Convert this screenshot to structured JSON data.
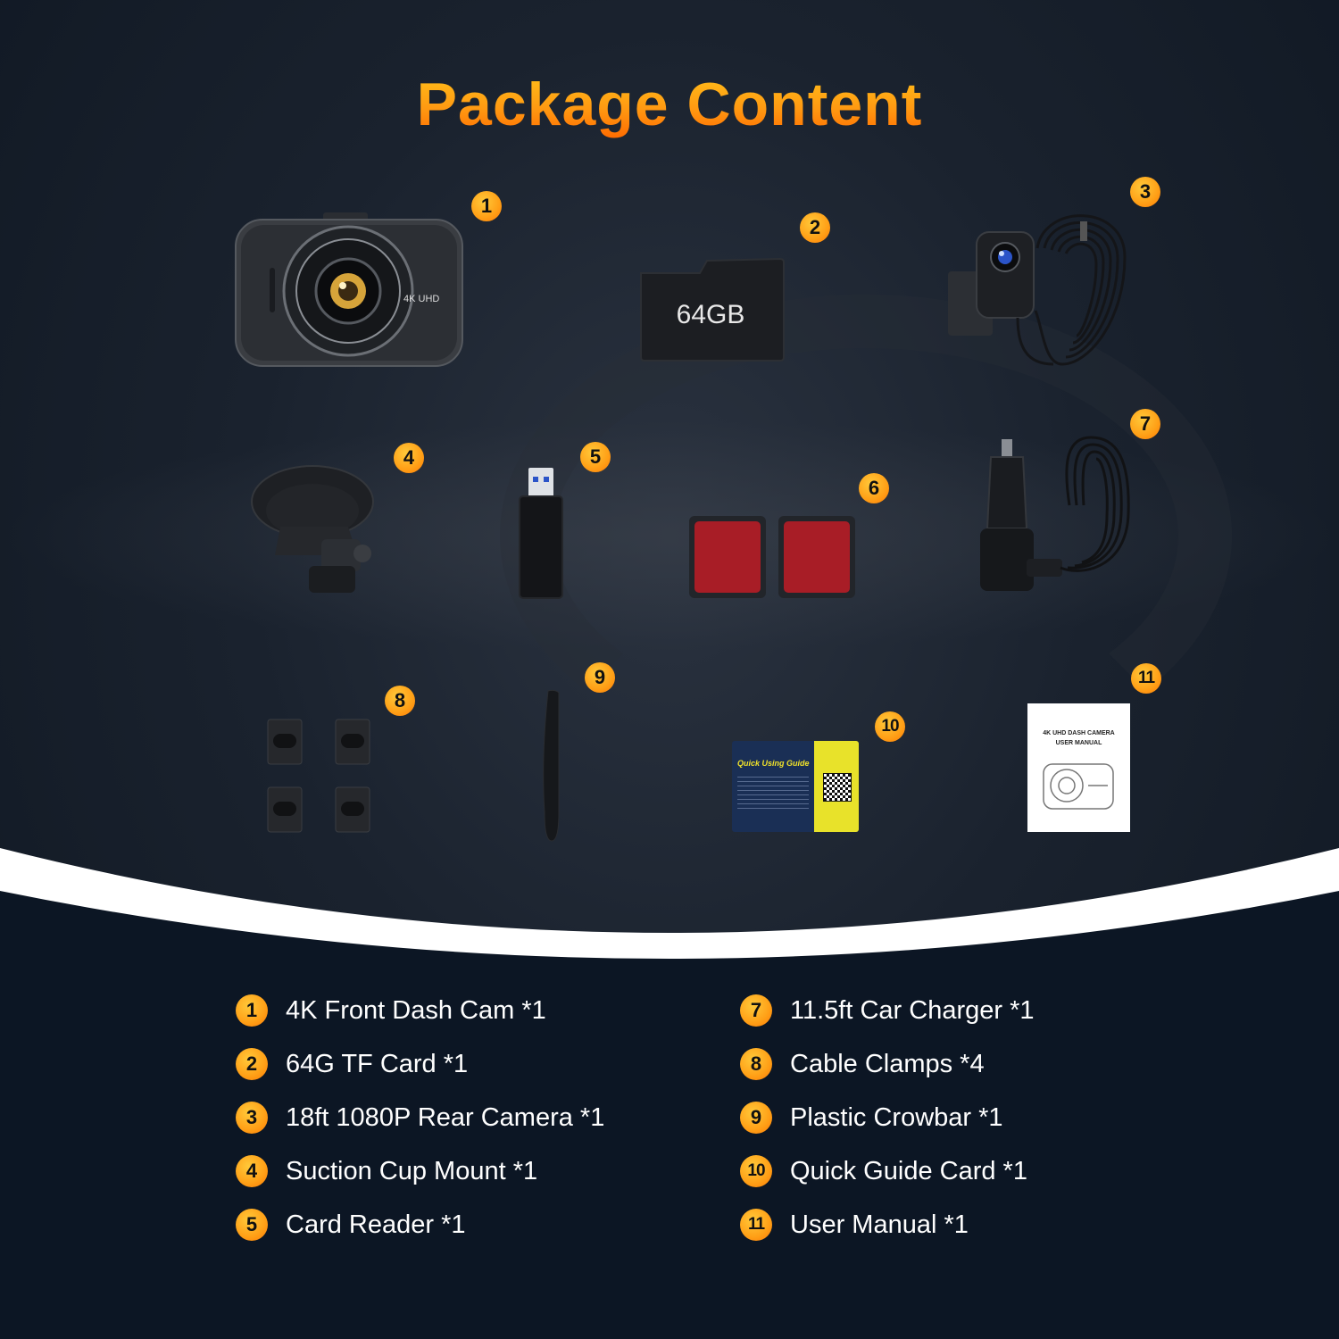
{
  "title": "Package Content",
  "badges": [
    "1",
    "2",
    "3",
    "4",
    "5",
    "6",
    "7",
    "8",
    "9",
    "10",
    "11"
  ],
  "sd_card_text": "64GB",
  "dashcam_text": "4K UHD",
  "guide_card": {
    "title": "Quick Using Guide"
  },
  "manual": {
    "title": "4K UHD DASH CAMERA",
    "subtitle": "USER MANUAL"
  },
  "contents": [
    {
      "number": "1",
      "label": "4K Front Dash Cam *1"
    },
    {
      "number": "2",
      "label": "64G TF Card *1"
    },
    {
      "number": "3",
      "label": "18ft 1080P Rear Camera *1"
    },
    {
      "number": "4",
      "label": "Suction Cup Mount *1"
    },
    {
      "number": "5",
      "label": "Card Reader *1"
    },
    {
      "number": "7",
      "label": "11.5ft Car Charger *1"
    },
    {
      "number": "8",
      "label": "Cable Clamps *4"
    },
    {
      "number": "9",
      "label": "Plastic Crowbar *1"
    },
    {
      "number": "10",
      "label": "Quick Guide Card *1"
    },
    {
      "number": "11",
      "label": "User Manual *1"
    }
  ],
  "colors": {
    "accent": "#ff9f16",
    "background": "#0c1624",
    "text": "#ffffff"
  }
}
